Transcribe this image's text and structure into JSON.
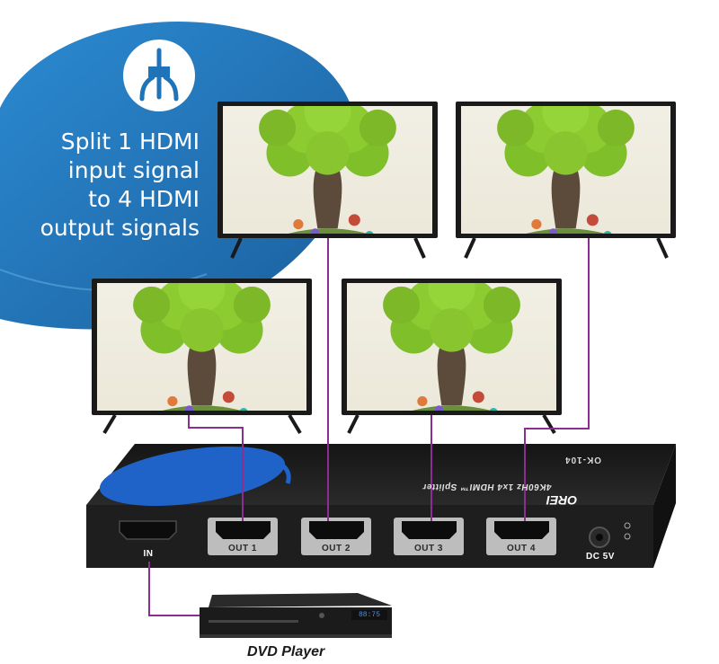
{
  "headline": {
    "line1": "Split 1 HDMI",
    "line2": "input signal",
    "line3": "to 4 HDMI",
    "line4": "output signals"
  },
  "splitter": {
    "model": "OK-104",
    "product_name": "4K60Hz 1x4 HDMI™ Splitter",
    "brand": "OREI",
    "ports": {
      "input": "IN",
      "out1": "OUT 1",
      "out2": "OUT 2",
      "out3": "OUT 3",
      "out4": "OUT 4",
      "power": "DC 5V"
    }
  },
  "dvd": {
    "label": "DVD Player",
    "display": "88:75"
  },
  "colors": {
    "accent_blue": "#1f73b8",
    "cable_purple": "#8b2d91",
    "device_black": "#1c1c1c",
    "logo_blue": "#1f62c8"
  },
  "icons": {
    "splitter_badge": "splitter-icon"
  }
}
